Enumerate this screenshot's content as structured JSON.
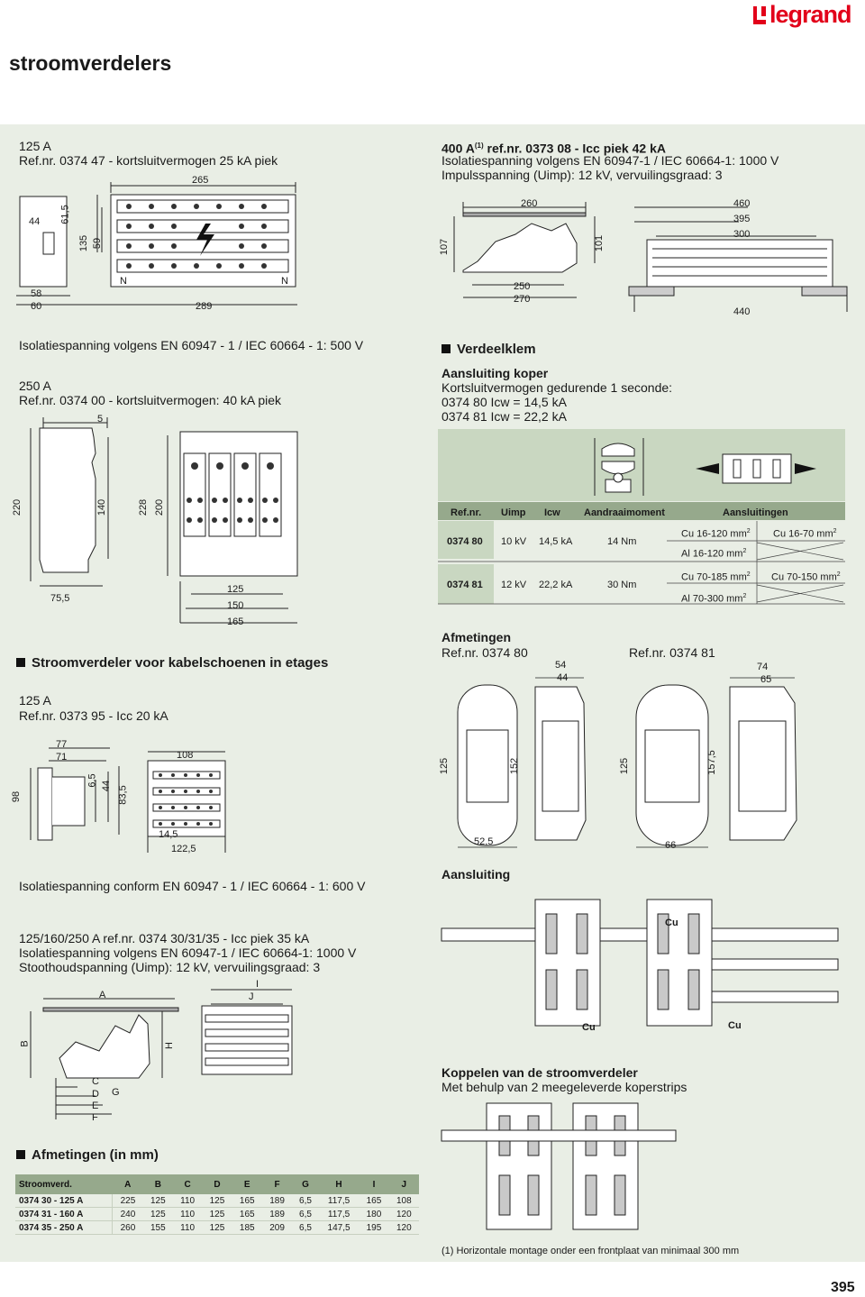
{
  "brand": {
    "name": "legrand",
    "color": "#e2001a"
  },
  "header": {
    "title": "stroomverdelers"
  },
  "colors": {
    "panel": "#e9eee5",
    "header_fill": "#96a98c",
    "green_box": "#c9d7c1"
  },
  "s125": {
    "title": "125 A",
    "ref": "Ref.nr. 0374 47 - kortsluitvermogen 25 kA piek"
  },
  "d1": {
    "d265": "265",
    "d44": "44",
    "d615": "61,5",
    "d135": "135",
    "d59": "59",
    "n1": "N",
    "n2": "N",
    "d58": "58",
    "d60": "60",
    "d289": "289"
  },
  "iso500": "Isolatiespanning volgens EN 60947 - 1 / IEC 60664 - 1: 500 V",
  "s250": {
    "title": "250 A",
    "ref": "Ref.nr. 0374 00 - kortsluitvermogen: 40 kA piek"
  },
  "d2": {
    "d5": "5",
    "d220": "220",
    "d140": "140",
    "d228": "228",
    "d200": "200",
    "d755": "75,5",
    "d125": "125",
    "d150": "150",
    "d165": "165"
  },
  "kabel": {
    "title": "Stroomverdeler voor kabelschoenen in etages",
    "amp": "125 A",
    "ref": "Ref.nr. 0373 95 - Icc 20 kA"
  },
  "d3": {
    "d77": "77",
    "d71": "71",
    "d108": "108",
    "d65": "6,5",
    "d44": "44",
    "d835": "83,5",
    "d98": "98",
    "d145": "14,5",
    "d1225": "122,5"
  },
  "iso600": "Isolatiespanning conform EN 60947 - 1 / IEC 60664 - 1: 600 V",
  "s3035": {
    "title": "125/160/250 A ref.nr. 0374 30/31/35 - Icc piek 35 kA",
    "line1": "Isolatiespanning volgens EN 60947-1 / IEC 60664-1: 1000 V",
    "line2": "Stoothoudspanning (Uimp): 12 kV, vervuilingsgraad: 3"
  },
  "d4": {
    "A": "A",
    "I": "I",
    "J": "J",
    "B": "B",
    "H": "H",
    "C": "C",
    "D": "D",
    "E": "E",
    "F": "F",
    "G": "G"
  },
  "afm": {
    "title": "Afmetingen (in mm)",
    "headers": [
      "Stroomverd.",
      "A",
      "B",
      "C",
      "D",
      "E",
      "F",
      "G",
      "H",
      "I",
      "J"
    ],
    "rows": [
      [
        "0374 30 - 125 A",
        "225",
        "125",
        "110",
        "125",
        "165",
        "189",
        "6,5",
        "117,5",
        "165",
        "108"
      ],
      [
        "0374 31 - 160 A",
        "240",
        "125",
        "110",
        "125",
        "165",
        "189",
        "6,5",
        "117,5",
        "180",
        "120"
      ],
      [
        "0374 35 - 250 A",
        "260",
        "155",
        "110",
        "125",
        "185",
        "209",
        "6,5",
        "147,5",
        "195",
        "120"
      ]
    ]
  },
  "s400": {
    "title": "400 A",
    "sup": "(1)",
    "title_rest": " ref.nr. 0373 08 - Icc piek 42 kA",
    "line1": "Isolatiespanning volgens EN 60947-1 / IEC 60664-1: 1000 V",
    "line2": "Impulsspanning (Uimp): 12 kV, vervuilingsgraad: 3"
  },
  "d5": {
    "d260": "260",
    "d107": "107",
    "d101": "101",
    "d250": "250",
    "d270": "270",
    "d460": "460",
    "d395": "395",
    "d300": "300",
    "d440": "440"
  },
  "vk": {
    "title": "Verdeelklem",
    "sub": "Aansluiting koper",
    "l1": "Kortsluitvermogen gedurende 1 seconde:",
    "l2": "0374 80 Icw = 14,5 kA",
    "l3": "0374 81 Icw = 22,2 kA"
  },
  "vkt": {
    "headers": [
      "Ref.nr.",
      "Uimp",
      "Icw",
      "Aandraaimoment",
      "Aansluitingen"
    ],
    "r1": {
      "ref": "0374 80",
      "uimp": "10 kV",
      "icw": "14,5 kA",
      "moment": "14 Nm",
      "c1": "Cu 16-120 mm",
      "c2": "Cu 16-70 mm",
      "c3": "Al 16-120 mm",
      "sup": "2"
    },
    "r2": {
      "ref": "0374 81",
      "uimp": "12 kV",
      "icw": "22,2 kA",
      "moment": "30 Nm",
      "c1": "Cu 70-185 mm",
      "c2": "Cu 70-150 mm",
      "c3": "Al 70-300 mm",
      "sup": "2"
    }
  },
  "afm2": {
    "title": "Afmetingen",
    "ref80": "Ref.nr. 0374 80",
    "ref81": "Ref.nr. 0374 81",
    "d54": "54",
    "d44": "44",
    "d125a": "125",
    "d152": "152",
    "d525": "52,5",
    "d74": "74",
    "d65": "65",
    "d125b": "125",
    "d1575": "157,5",
    "d66": "66"
  },
  "aans": {
    "title": "Aansluiting",
    "cu1": "Cu",
    "cu2": "Cu",
    "cu3": "Cu"
  },
  "kop": {
    "title": "Koppelen van de stroomverdeler",
    "sub": "Met behulp van 2 meegeleverde koperstrips"
  },
  "footnote": "(1) Horizontale montage onder een frontplaat van minimaal 300 mm",
  "page": "395"
}
